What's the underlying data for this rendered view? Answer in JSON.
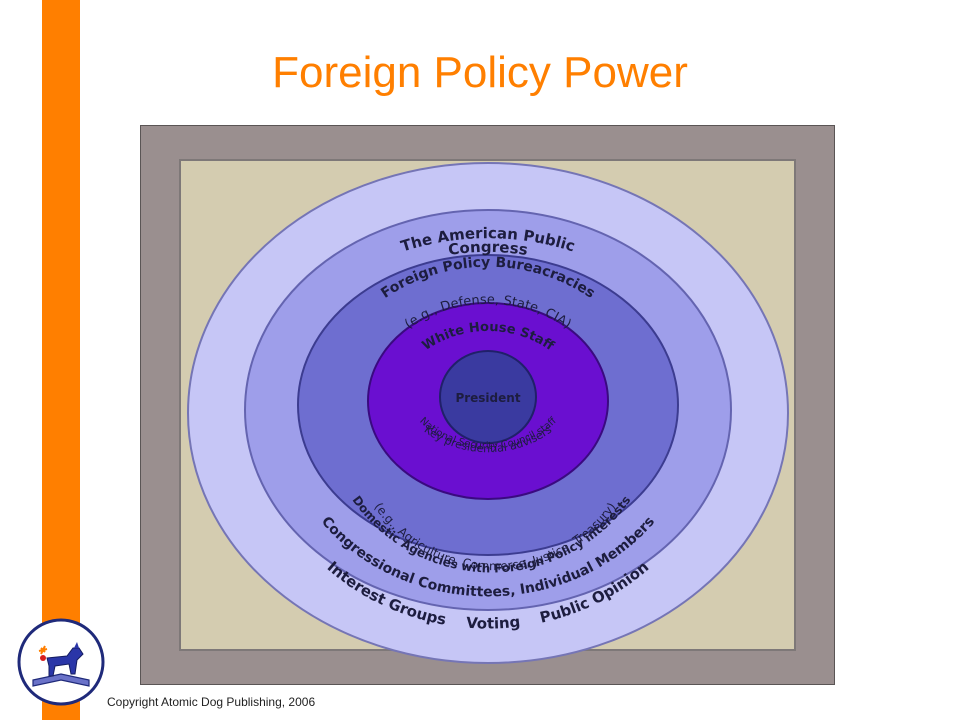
{
  "slide": {
    "title": "Foreign Policy Power",
    "copyright": "Copyright Atomic Dog Publishing, 2006",
    "accent_color": "#ff7f00"
  },
  "diagram": {
    "colors": {
      "frame": "#9a8f8f",
      "mat": "#d4ccb0",
      "public_ring": "#c6c6f6",
      "congress_ring": "#9e9eea",
      "bureaucracy_ring": "#6e6ed0",
      "white_house_ring": "#6a0fd0",
      "president_core": "#3a3aa0"
    },
    "rings": {
      "public": {
        "top_label": "The American Public",
        "bottom_label": "Interest Groups    Voting    Public Opinion"
      },
      "congress": {
        "top_label": "Congress",
        "bottom_label": "Congressional Committees, Individual Members"
      },
      "bureaucracy": {
        "top_label": "Foreign Policy Bureacracies",
        "top_sublabel": "(e.g., Defense, State, CIA)",
        "bottom_label": "Domestic Agencies with Foreign Policy interests",
        "bottom_sublabel": "(e.g., Agriculture, Commerce, Justice, Treasury)"
      },
      "white_house": {
        "top_label": "White House Staff",
        "bottom_label": "Key presidential advisers",
        "bottom_sublabel": "National Security Council staff"
      },
      "president": {
        "label": "President"
      }
    }
  },
  "logo": {
    "icon": "atomic-dog-icon"
  }
}
